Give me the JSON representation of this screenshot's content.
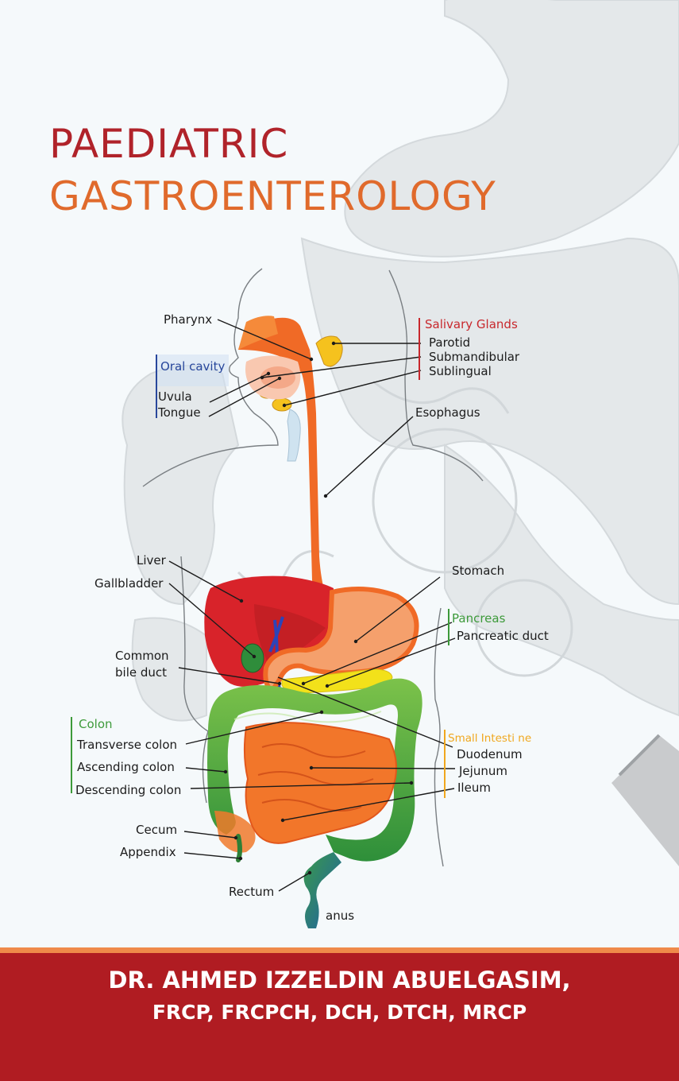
{
  "cover": {
    "title_line1": "PAEDIATRIC",
    "title_line2": "GASTROENTEROLOGY",
    "author_line1": "DR. AHMED IZZELDIN ABUELGASIM,",
    "author_line2": "FRCP, FRCPCH, DCH, DTCH, MRCP"
  },
  "colors": {
    "title_red": "#b0232a",
    "title_orange": "#e06a2c",
    "band_red": "#b01c22",
    "band_stripe": "#ef8a4a"
  },
  "labels": {
    "pharynx": "Pharynx",
    "oral_cavity": "Oral cavity",
    "uvula": "Uvula",
    "tongue": "Tongue",
    "salivary_glands": "Salivary Glands",
    "parotid": "Parotid",
    "submandibular": "Submandibular",
    "sublingual": "Sublingual",
    "esophagus": "Esophagus",
    "liver": "Liver",
    "gallbladder": "Gallbladder",
    "stomach": "Stomach",
    "pancreas": "Pancreas",
    "pancreatic_duct": "Pancreatic duct",
    "common": "Common",
    "bile_duct": "bile duct",
    "colon": "Colon",
    "transverse_colon": "Transverse colon",
    "ascending_colon": "Ascending colon",
    "descending_colon": "Descending colon",
    "small_intestine": "Small Intesti ne",
    "duodenum": "Duodenum",
    "jejunum": "Jejunum",
    "ileum": "Ileum",
    "cecum": "Cecum",
    "appendix": "Appendix",
    "rectum": "Rectum",
    "anus": "anus"
  }
}
